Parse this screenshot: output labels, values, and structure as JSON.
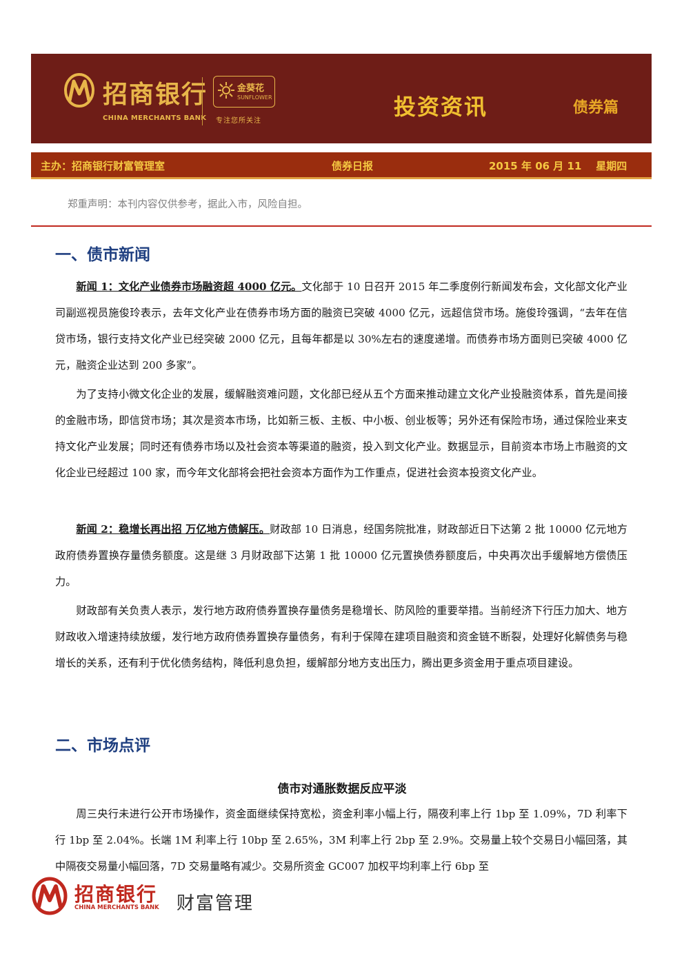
{
  "banner": {
    "logo_cn": "招商银行",
    "logo_en": "CHINA MERCHANTS BANK",
    "sunflower_cn": "金葵花",
    "sunflower_en": "SUNFLOWER",
    "slogan": "专注您所关注",
    "title": "投资资讯",
    "subtitle": "债券篇"
  },
  "info_bar": {
    "sponsor": "主办：招商银行财富管理室",
    "report": "债券日报",
    "date": "2015 年 06 月 11    星期四"
  },
  "disclaimer": "郑重声明：本刊内容仅供参考，据此入市，风险自担。",
  "section1": {
    "heading": "一、债市新闻",
    "news1_title": "新闻 1：文化产业债券市场融资超 4000 亿元。",
    "news1_body": "文化部于 10 日召开 2015 年二季度例行新闻发布会，文化部文化产业司副巡视员施俊玲表示，去年文化产业在债券市场方面的融资已突破 4000 亿元，远超信贷市场。施俊玲强调，“去年在信贷市场，银行支持文化产业已经突破 2000 亿元，且每年都是以 30%左右的速度递增。而债券市场方面则已突破 4000 亿元，融资企业达到 200 多家”。",
    "para2": "为了支持小微文化企业的发展，缓解融资难问题，文化部已经从五个方面来推动建立文化产业投融资体系，首先是间接的金融市场，即信贷市场；其次是资本市场，比如新三板、主板、中小板、创业板等；另外还有保险市场，通过保险业来支持文化产业发展；同时还有债券市场以及社会资本等渠道的融资，投入到文化产业。数据显示，目前资本市场上市融资的文化企业已经超过 100 家，而今年文化部将会把社会资本方面作为工作重点，促进社会资本投资文化产业。",
    "news2_title": "新闻 2：稳增长再出招 万亿地方债解压。",
    "news2_body": "财政部 10 日消息，经国务院批准，财政部近日下达第 2 批 10000 亿元地方政府债券置换存量债务额度。这是继 3 月财政部下达第 1 批 10000 亿元置换债券额度后，中央再次出手缓解地方偿债压力。",
    "para4": "财政部有关负责人表示，发行地方政府债券置换存量债务是稳增长、防风险的重要举措。当前经济下行压力加大、地方财政收入增速持续放缓，发行地方政府债券置换存量债务，有利于保障在建项目融资和资金链不断裂，处理好化解债务与稳增长的关系，还有利于优化债务结构，降低利息负担，缓解部分地方支出压力，腾出更多资金用于重点项目建设。"
  },
  "section2": {
    "heading": "二、市场点评",
    "subtitle": "债市对通胀数据反应平淡",
    "para1": "周三央行未进行公开市场操作，资金面继续保持宽松，资金利率小幅上行，隔夜利率上行 1bp 至 1.09%，7D 利率下行 1bp 至 2.04%。长端 1M 利率上行 10bp 至 2.65%，3M 利率上行 2bp 至 2.9%。交易量上较个交易日小幅回落，其中隔夜交易量小幅回落，7D 交易量略有减少。交易所资金 GC007 加权平均利率上行 6bp 至"
  },
  "footer": {
    "logo_cn": "招商银行",
    "logo_en": "CHINA MERCHANTS BANK",
    "label": "财富管理"
  },
  "colors": {
    "banner_bg": "#6e1d17",
    "info_bar_bg": "#9a2d0e",
    "gold": "#f0c030",
    "heading_blue": "#1f3f80",
    "rule_red": "#c0281e"
  },
  "icons": [
    "cmb-logo-icon",
    "sunflower-icon"
  ]
}
